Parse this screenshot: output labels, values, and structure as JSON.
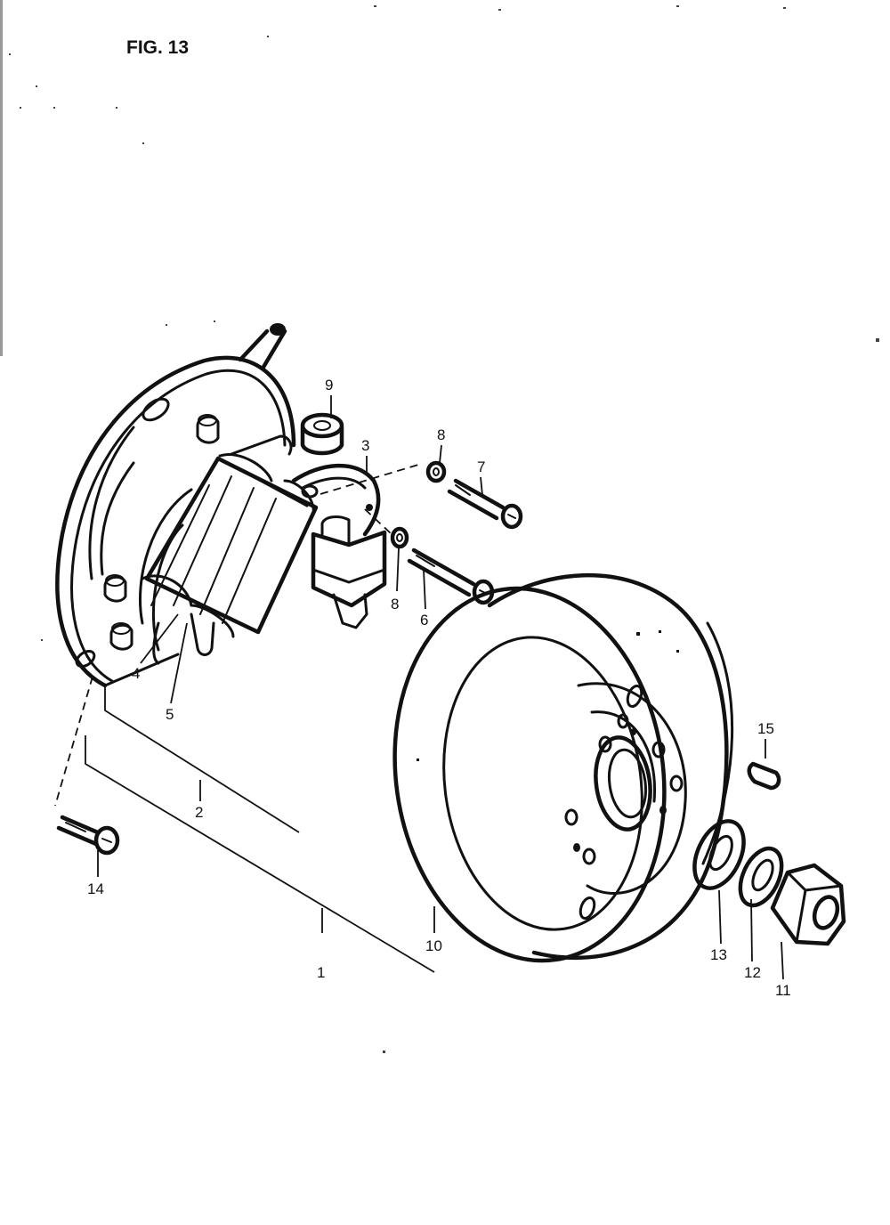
{
  "figure": {
    "title": "FIG. 13"
  },
  "callouts": [
    {
      "id": "1",
      "text": "1"
    },
    {
      "id": "2",
      "text": "2"
    },
    {
      "id": "3",
      "text": "3"
    },
    {
      "id": "4",
      "text": "4"
    },
    {
      "id": "5",
      "text": "5"
    },
    {
      "id": "6",
      "text": "6"
    },
    {
      "id": "7",
      "text": "7"
    },
    {
      "id": "8a",
      "text": "8"
    },
    {
      "id": "8b",
      "text": "8"
    },
    {
      "id": "9",
      "text": "9"
    },
    {
      "id": "10",
      "text": "10"
    },
    {
      "id": "11",
      "text": "11"
    },
    {
      "id": "12",
      "text": "12"
    },
    {
      "id": "13",
      "text": "13"
    },
    {
      "id": "14",
      "text": "14"
    },
    {
      "id": "15",
      "text": "15"
    }
  ]
}
